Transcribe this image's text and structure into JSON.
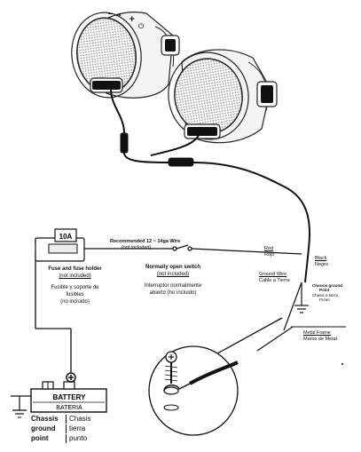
{
  "labels": {
    "fuse_rating": "10A",
    "wire_gauge": "Recommended 12 ~ 14ga Wire",
    "wire_gauge_note": "(not included)",
    "fuse_holder_en": "Fuse and fuse holder",
    "fuse_holder_en_note": "(not included)",
    "fuse_holder_es_1": "Fusible y soporte de",
    "fuse_holder_es_2": "fusibles",
    "fuse_holder_es_note": "(no incluido)",
    "switch_en": "Normally open switch",
    "switch_en_note": "(not included)",
    "switch_es_1": "Interruptor normalmente",
    "switch_es_2": "abierto (no incluido)",
    "red_en": "Red",
    "red_es": "Rojo",
    "black_en": "Black",
    "black_es": "Negro",
    "ground_wire_en": "Ground Wire",
    "ground_wire_es": "Cable a Tierra",
    "chassis_point_en_1": "Chassis ground",
    "chassis_point_en_2": "Point",
    "chassis_point_es_1": "Chasis a tierra",
    "chassis_point_es_2": "Punto",
    "metal_frame_en": "Metal Frame",
    "metal_frame_es": "Marco de Metal",
    "battery_en": "BATTERY",
    "battery_es": "BATERIA",
    "chassis_en_1": "Chassis",
    "chassis_en_2": "ground",
    "chassis_en_3": "point",
    "chassis_es_1": "Chasis",
    "chassis_es_2": "tierra",
    "chassis_es_3": "punto",
    "speaker_buttons": [
      "−",
      "⏯",
      "+",
      "⏻"
    ]
  }
}
